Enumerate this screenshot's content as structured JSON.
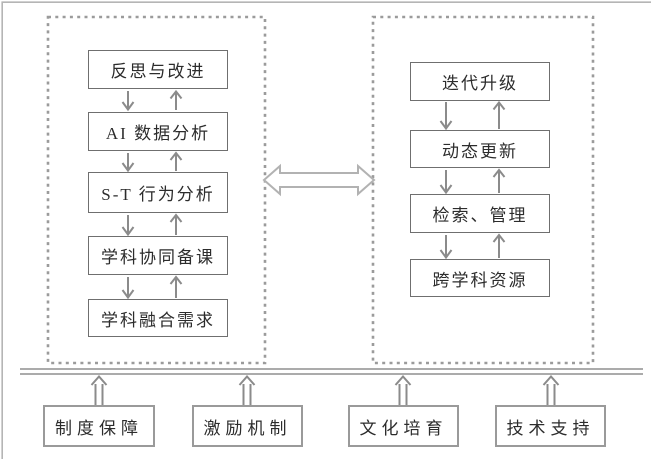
{
  "left_panel": {
    "items": [
      "反思与改进",
      "AI 数据分析",
      "S-T 行为分析",
      "学科协同备课",
      "学科融合需求"
    ]
  },
  "right_panel": {
    "items": [
      "迭代升级",
      "动态更新",
      "检索、管理",
      "跨学科资源"
    ]
  },
  "foundation": {
    "items": [
      "制度保障",
      "激励机制",
      "文化培育",
      "技术支持"
    ]
  },
  "icons": {
    "exchange_arrow": "bidirectional-hollow-arrow",
    "flow_down": "down-arrow",
    "flow_up": "up-arrow",
    "support_up": "double-shaft-up-arrow"
  },
  "colors": {
    "background": "#ffffff",
    "page_border": "#b5b5b5",
    "panel_dash": "#9b9b9b",
    "box_border": "#6f6f6f",
    "foundation_border": "#9a9a9a",
    "arrow": "#8b8b8b",
    "bus_line": "#ababab",
    "exchange_arrow": "#b2b2b2",
    "text": "#2c2c2c"
  }
}
